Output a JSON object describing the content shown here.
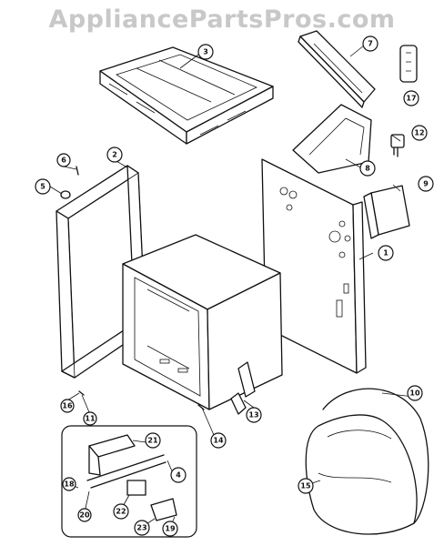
{
  "watermark": "AppliancePartsPros.com",
  "callouts": [
    "1",
    "2",
    "3",
    "4",
    "5",
    "6",
    "7",
    "8",
    "9",
    "10",
    "11",
    "12",
    "13",
    "14",
    "15",
    "16",
    "17",
    "18",
    "19",
    "20",
    "21",
    "22",
    "23"
  ]
}
